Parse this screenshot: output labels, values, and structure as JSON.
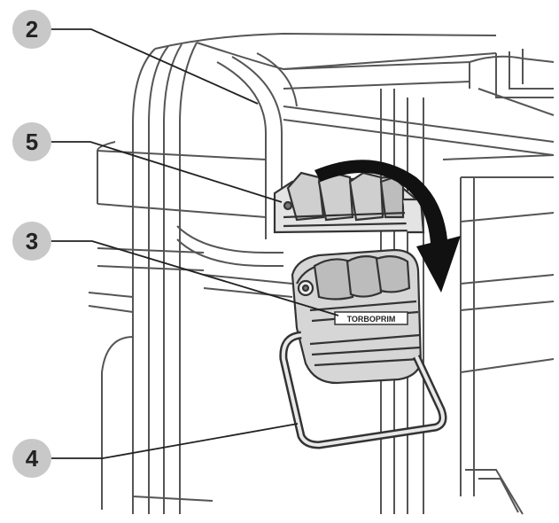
{
  "callouts": [
    {
      "id": "callout-2",
      "number": "2",
      "part": "case-lid"
    },
    {
      "id": "callout-5",
      "number": "5",
      "part": "latch-hook"
    },
    {
      "id": "callout-3",
      "number": "3",
      "part": "latch-clip"
    },
    {
      "id": "callout-4",
      "number": "4",
      "part": "wire-bail"
    }
  ],
  "latch_brand": "TORBOPRIM",
  "rotation_arrow": "clockwise-down",
  "colors": {
    "callout_badge": "#c8c8c8",
    "callout_text": "#222222",
    "line_art": "#333333",
    "latch_fill": "#d6d6d6",
    "arrow_fill": "#111111",
    "background": "#ffffff"
  }
}
